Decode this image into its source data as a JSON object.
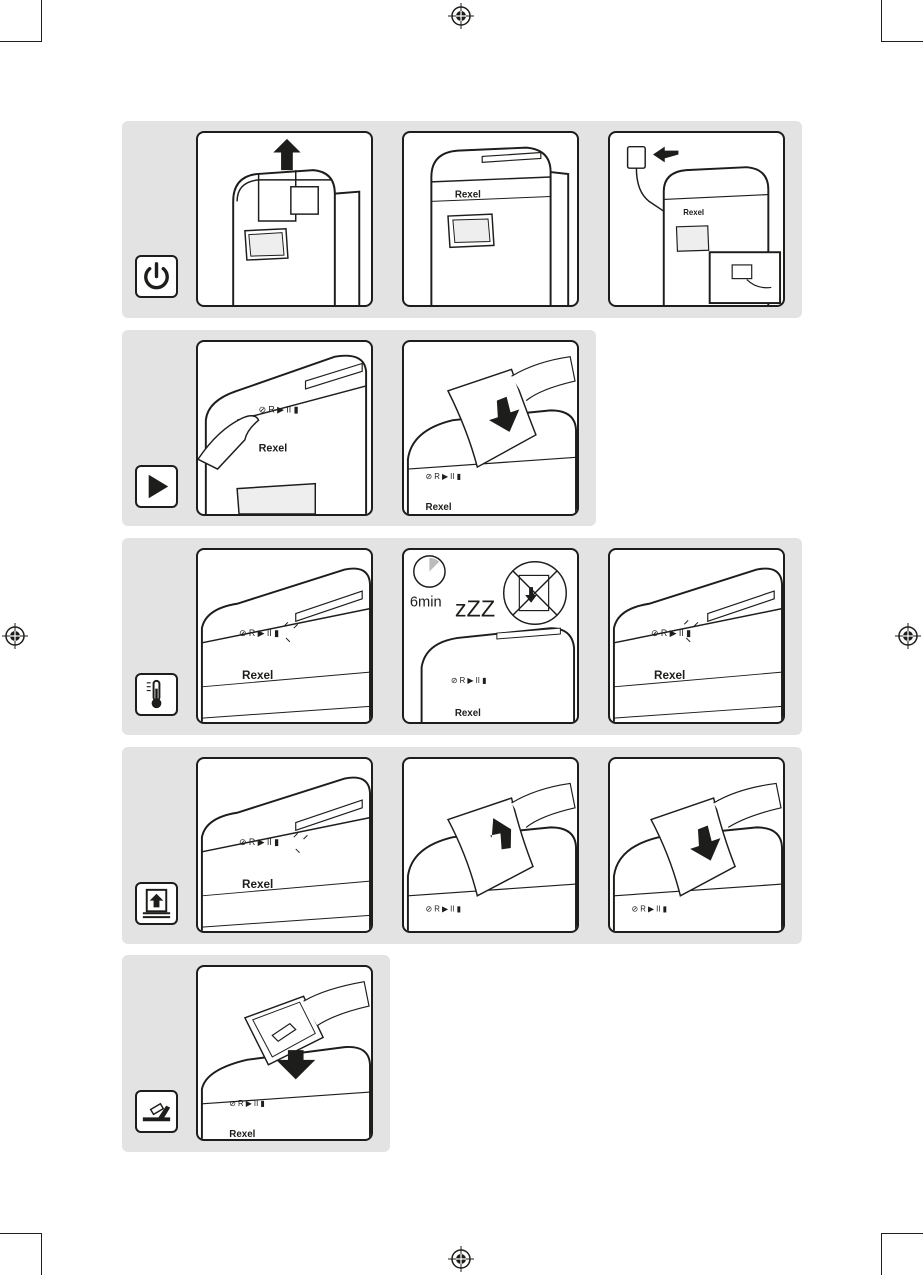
{
  "brand_logo": "Rexel",
  "sleep_timer": {
    "duration_label": "6min",
    "sleep_symbol": "zZZ"
  },
  "control_panel_symbols": [
    "⊘",
    "R",
    "▶",
    "II",
    "▮"
  ],
  "steps": [
    {
      "id": "power-on",
      "icon": "power-icon"
    },
    {
      "id": "auto-start",
      "icon": "play-icon"
    },
    {
      "id": "overheat",
      "icon": "thermometer-icon"
    },
    {
      "id": "paper-jam",
      "icon": "paper-jam-icon"
    },
    {
      "id": "credit-card",
      "icon": "credit-card-icon"
    }
  ],
  "colors": {
    "band": "#e3e3e3",
    "line": "#1d1d1b",
    "panel": "#ffffff"
  }
}
